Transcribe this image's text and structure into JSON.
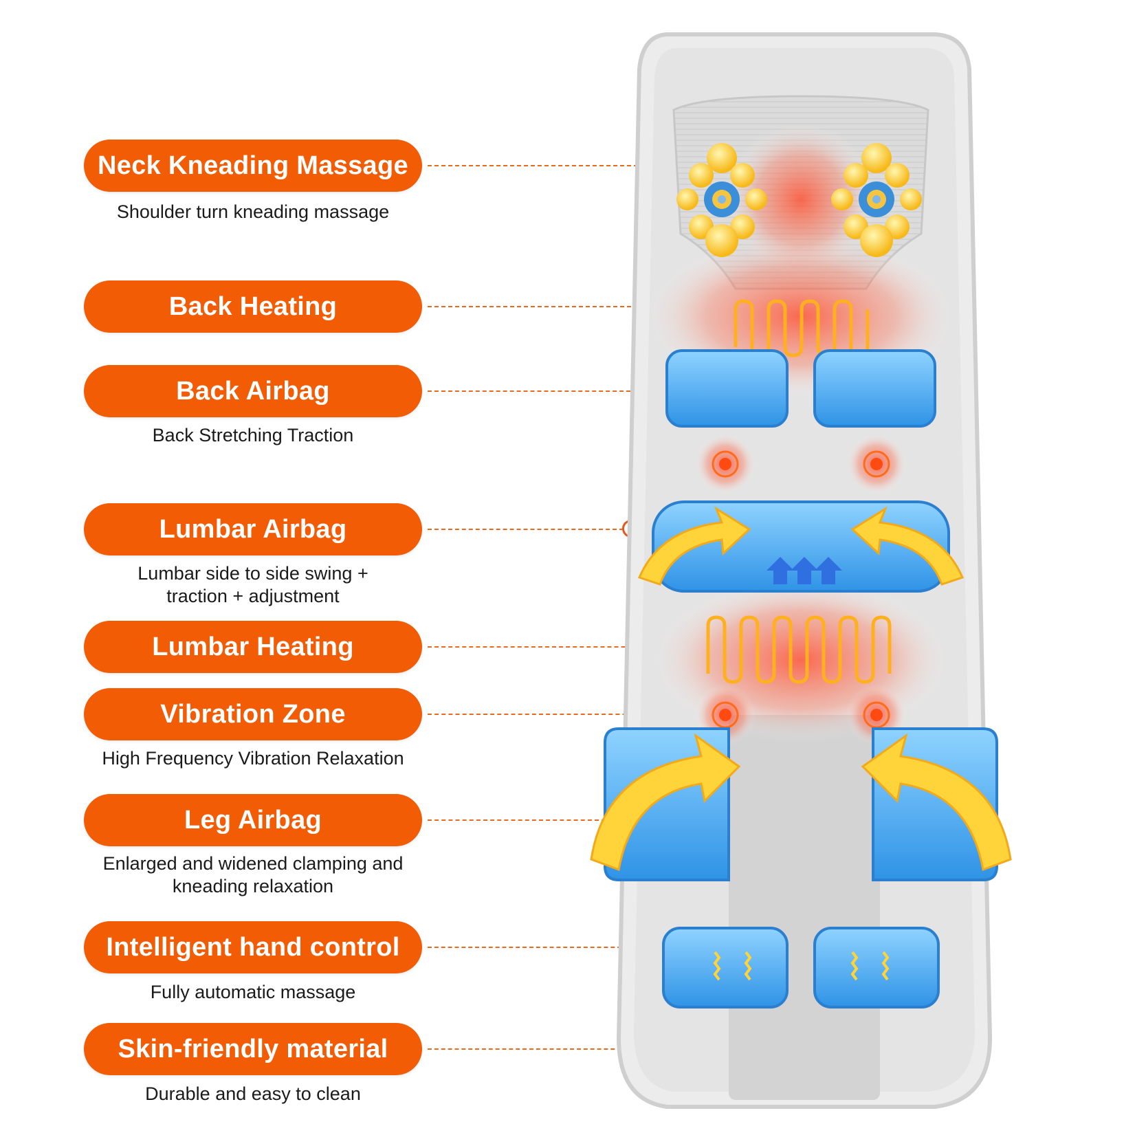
{
  "features": [
    {
      "key": "neck",
      "title": "Neck Kneading Massage",
      "subtitle": "Shoulder turn kneading massage"
    },
    {
      "key": "back-heating",
      "title": "Back Heating",
      "subtitle": ""
    },
    {
      "key": "back-airbag",
      "title": "Back Airbag",
      "subtitle": "Back Stretching Traction"
    },
    {
      "key": "lumbar-airbag",
      "title": "Lumbar Airbag",
      "subtitle": "Lumbar side to side swing +\ntraction + adjustment"
    },
    {
      "key": "lumbar-heating",
      "title": "Lumbar Heating",
      "subtitle": ""
    },
    {
      "key": "vibration",
      "title": "Vibration Zone",
      "subtitle": "High Frequency Vibration Relaxation"
    },
    {
      "key": "leg-airbag",
      "title": "Leg Airbag",
      "subtitle": "Enlarged and widened clamping and\nkneading relaxation"
    },
    {
      "key": "hand-control",
      "title": "Intelligent hand control",
      "subtitle": "Fully automatic massage"
    },
    {
      "key": "material",
      "title": "Skin-friendly material",
      "subtitle": "Durable and easy to clean"
    }
  ],
  "colors": {
    "accent": "#f25c05",
    "heat": "#ff3b1f",
    "airbag": "#3aa7f0",
    "arrow": "#ffd33a"
  }
}
